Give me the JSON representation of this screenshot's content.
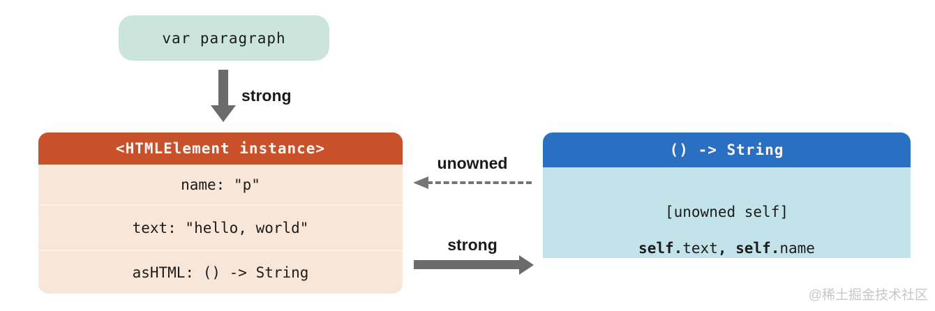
{
  "diagram": {
    "var_box": {
      "label": "var paragraph"
    },
    "reference_labels": {
      "var_to_instance": "strong",
      "closure_to_instance": "unowned",
      "instance_to_closure": "strong"
    },
    "instance_card": {
      "title": "<HTMLElement instance>",
      "rows": {
        "name": "name: \"p\"",
        "text": "text: \"hello, world\"",
        "asHTML": "asHTML: () -> String"
      }
    },
    "closure_card": {
      "title": "() -> String",
      "capture_list": "[unowned self]",
      "body_line2": {
        "self_dot_1": "self.",
        "prop_1": "text",
        "separator": ", ",
        "self_dot_2": "self.",
        "prop_2": "name"
      }
    },
    "watermark": "@稀土掘金技术社区"
  },
  "colors": {
    "mint": "#cbe5dc",
    "orange_header": "#c8502a",
    "peach_body": "#f8e7d8",
    "peach_divider": "#fdf3e9",
    "blue_header": "#2a70c2",
    "cyan_body": "#c3e3ea",
    "arrow_gray": "#6b6b6b",
    "dashed_gray": "#757575",
    "text_dark": "#1b1b1b",
    "watermark_gray": "#c7c7c7"
  }
}
